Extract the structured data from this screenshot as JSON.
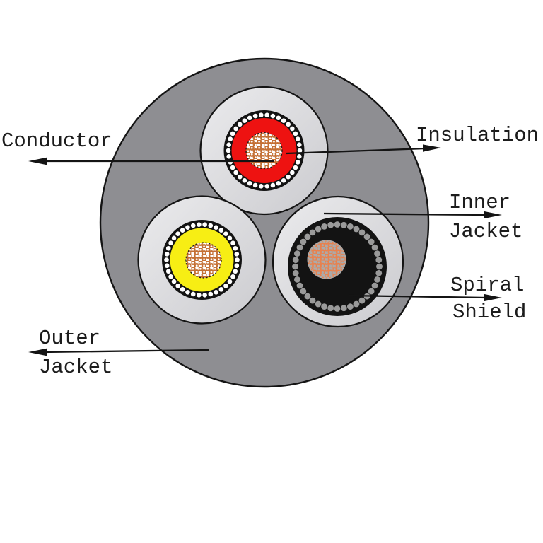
{
  "diagram": {
    "type": "three-core-cable-cross-section"
  },
  "labels": {
    "conductor": "Conductor",
    "insulation": "Insulation",
    "inner_jacket": [
      "Inner",
      "Jacket"
    ],
    "spiral_shield": [
      "Spiral",
      "Shield"
    ],
    "outer_jacket": [
      "Outer",
      "Jacket"
    ]
  },
  "parts": [
    {
      "name": "conductor",
      "label": "Conductor"
    },
    {
      "name": "insulation",
      "label": "Insulation"
    },
    {
      "name": "inner-jacket",
      "label": "Inner Jacket"
    },
    {
      "name": "spiral-shield",
      "label": "Spiral Shield"
    },
    {
      "name": "outer-jacket",
      "label": "Outer Jacket"
    }
  ],
  "cores": [
    {
      "name": "core-red",
      "insulation_color_name": "red"
    },
    {
      "name": "core-yellow",
      "insulation_color_name": "yellow"
    },
    {
      "name": "core-black",
      "insulation_color_name": "black"
    }
  ],
  "colors": {
    "outer_jacket": "#8e8e92",
    "inner_jacket_light": "#ebebed",
    "inner_jacket_dark": "#cbcbcf",
    "shield_black": "#131313",
    "insulation_red": "#ee1211",
    "insulation_yellow": "#f7ee14",
    "copper": "#c46f33",
    "copper_bright": "#e8814e",
    "strand_bg_light": "#ffffff",
    "strand_bg_gray": "#ababab",
    "shield_dot_white": "#ffffff",
    "shield_dot_gray": "#9a9a9a",
    "line": "#141414"
  }
}
